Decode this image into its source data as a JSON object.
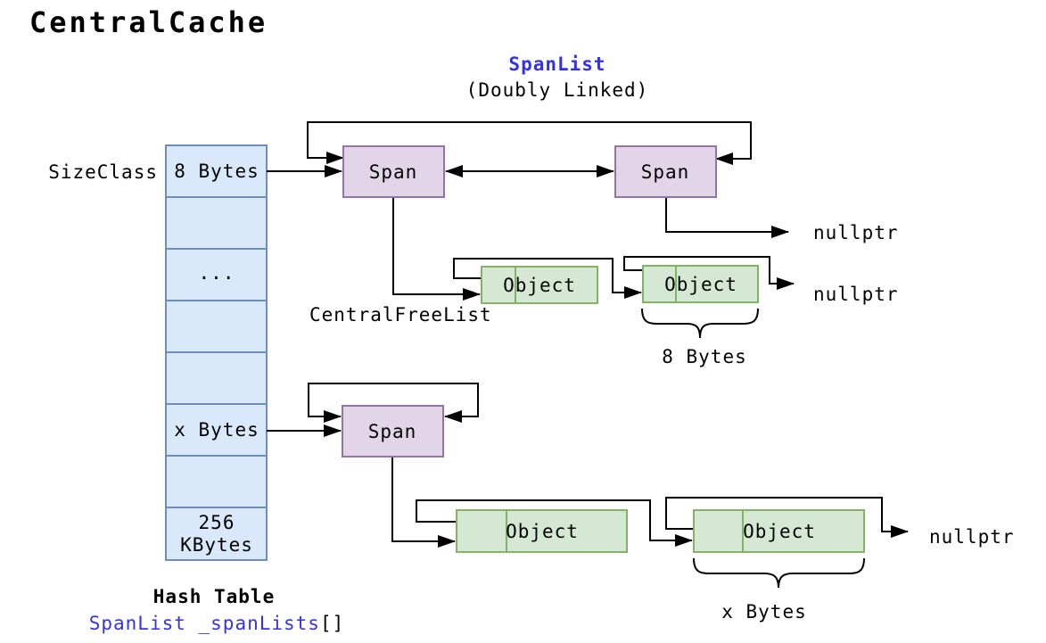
{
  "title": "CentralCache",
  "colors": {
    "blue_text": "#3333e6",
    "table_fill": "#dae8fc",
    "table_stroke": "#6c8ebf",
    "span_fill": "#e1d5e7",
    "span_stroke": "#9673a6",
    "object_fill": "#d5e8d4",
    "object_stroke": "#82b366",
    "line": "#000000"
  },
  "heading": {
    "span_list": "SpanList",
    "subtitle": "(Doubly Linked)"
  },
  "hash_table": {
    "size_class_label": "SizeClass",
    "rows": [
      {
        "label": "8 Bytes"
      },
      {
        "label": ""
      },
      {
        "label": "..."
      },
      {
        "label": ""
      },
      {
        "label": ""
      },
      {
        "label": "x Bytes"
      },
      {
        "label": ""
      },
      {
        "label": ""
      }
    ],
    "last_row_line1": "256",
    "last_row_line2": "KBytes",
    "caption_title": "Hash Table",
    "caption_code": "SpanList _spanLists",
    "caption_code_suffix": "[]"
  },
  "nodes": {
    "span_label": "Span",
    "object_label": "Object"
  },
  "labels": {
    "central_free_list": "CentralFreeList",
    "nullptr": "nullptr",
    "brace_top": "8 Bytes",
    "brace_bottom": "x Bytes"
  }
}
